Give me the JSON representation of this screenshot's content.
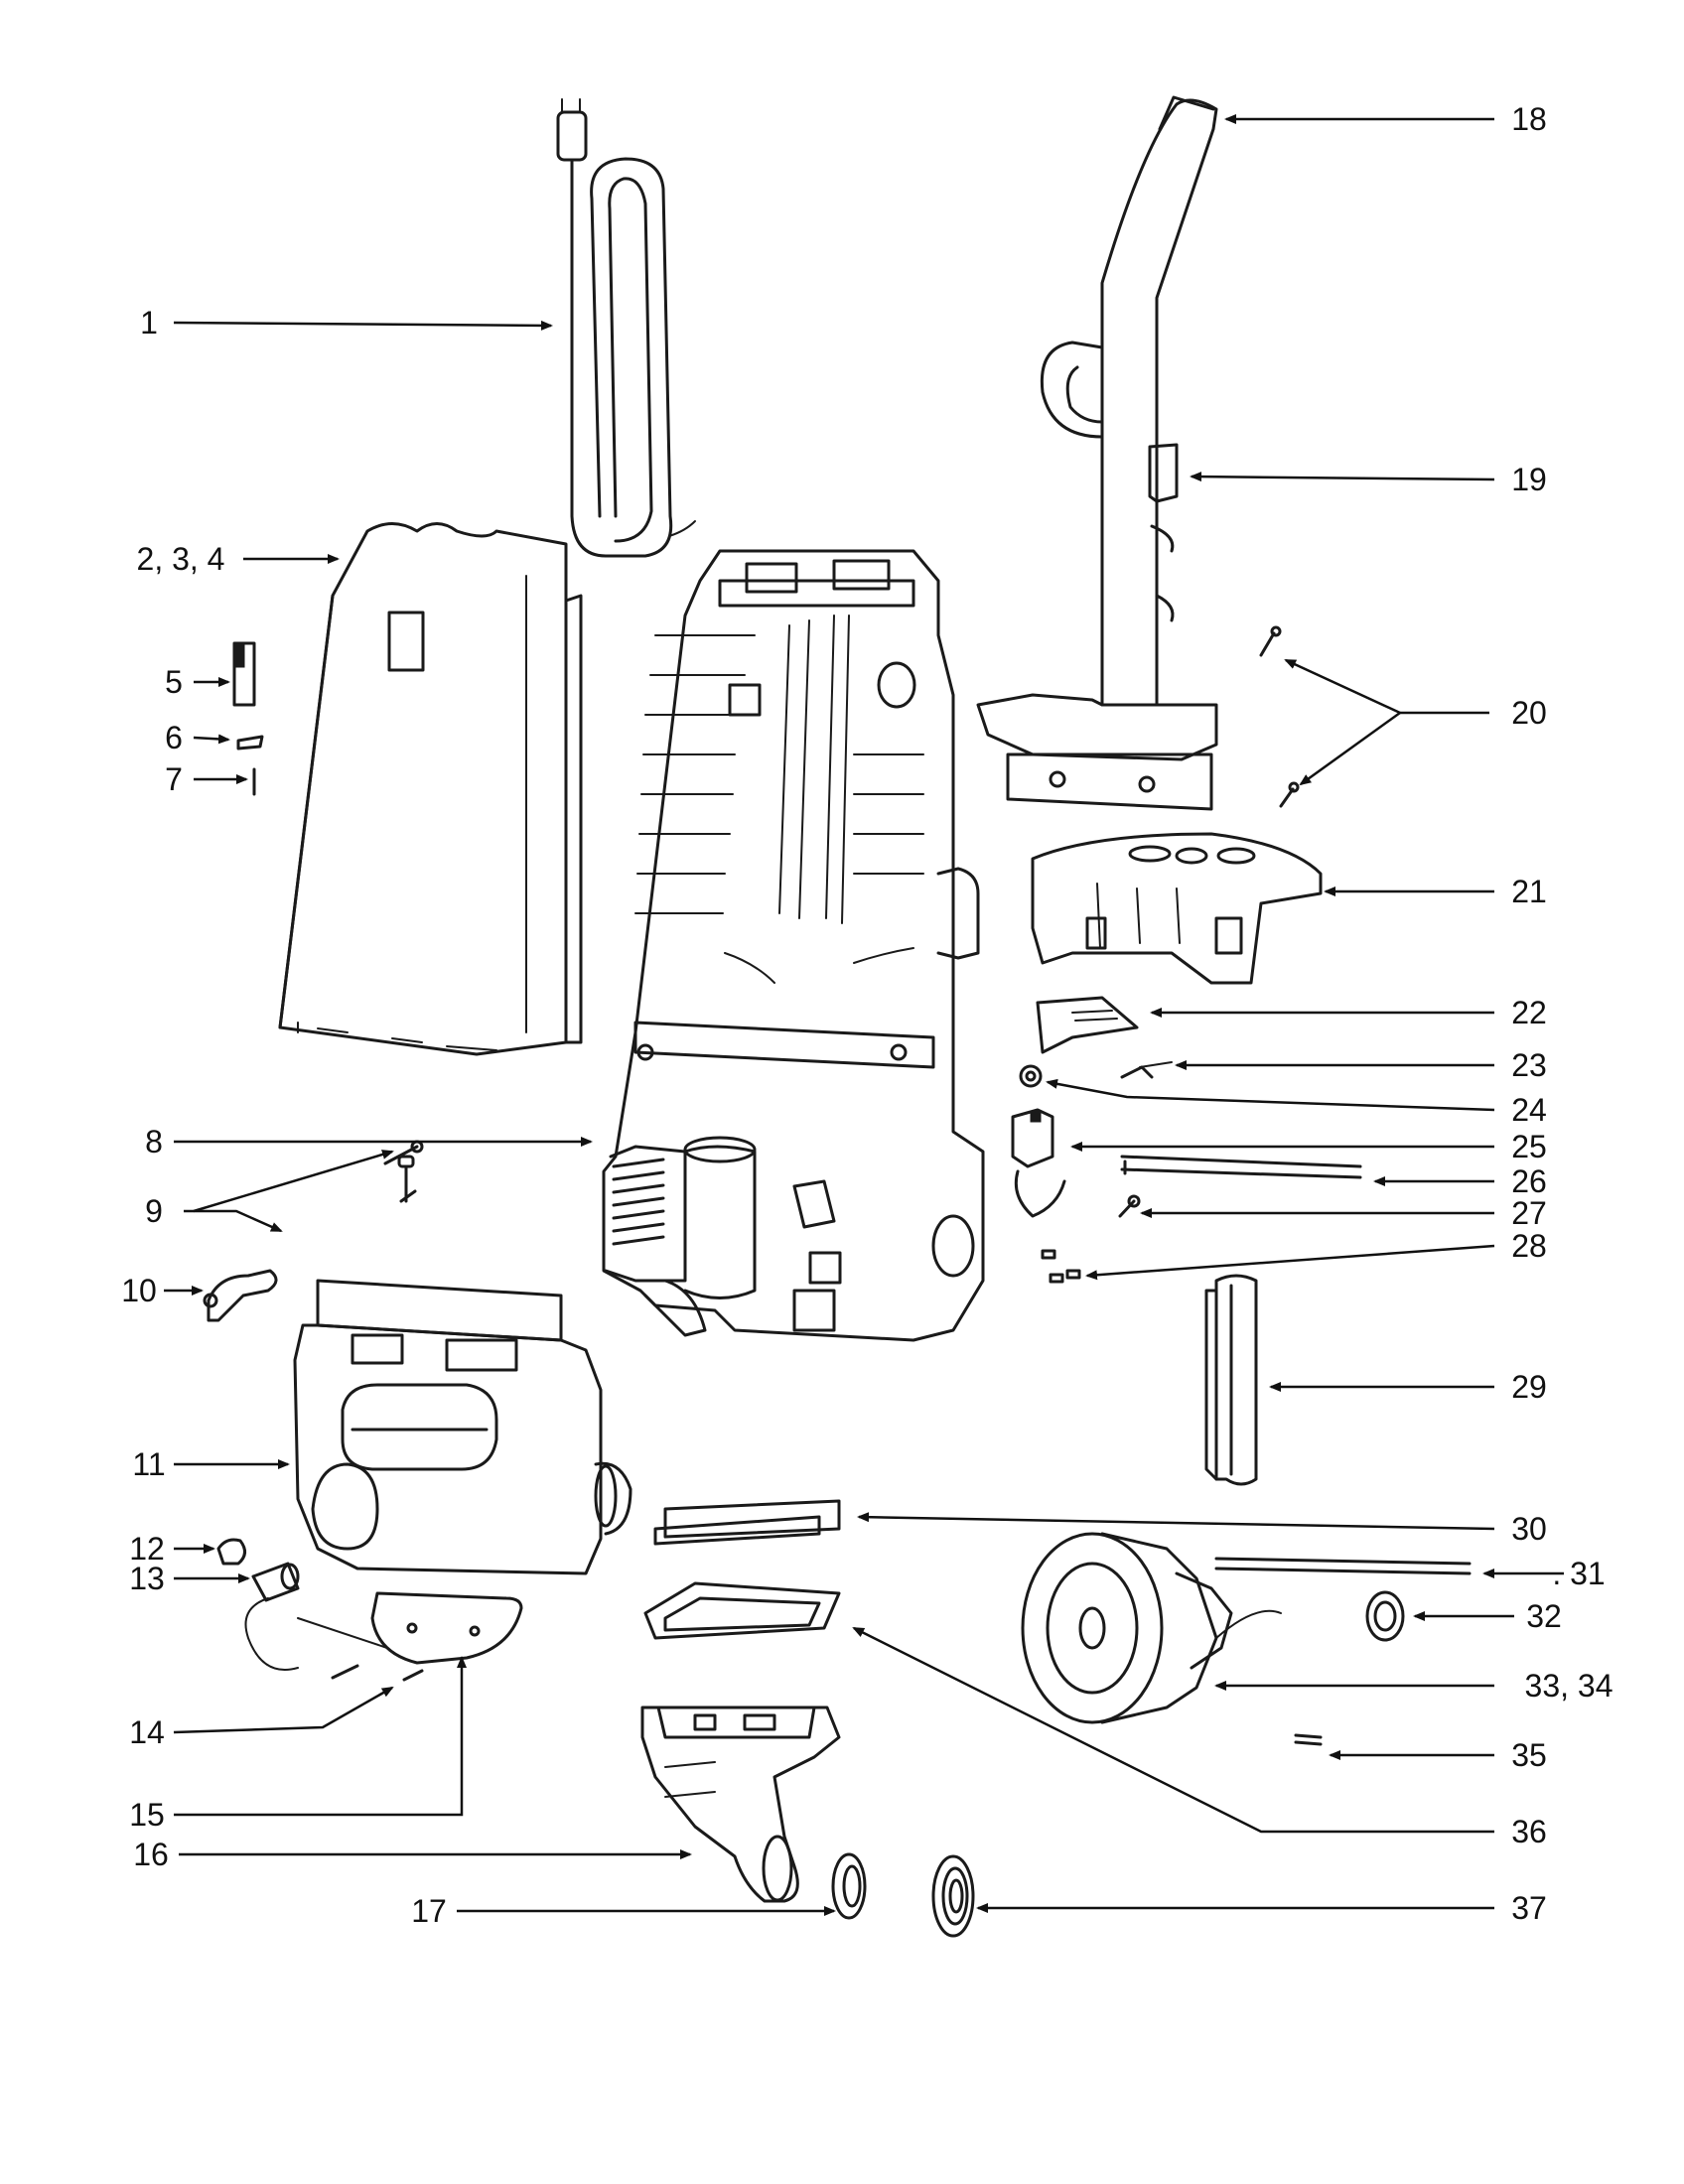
{
  "diagram": {
    "callouts": [
      {
        "id": "1",
        "text": "1"
      },
      {
        "id": "2-4",
        "text": "2, 3, 4"
      },
      {
        "id": "5",
        "text": "5"
      },
      {
        "id": "6",
        "text": "6"
      },
      {
        "id": "7",
        "text": "7"
      },
      {
        "id": "8",
        "text": "8"
      },
      {
        "id": "9",
        "text": "9"
      },
      {
        "id": "10",
        "text": "10"
      },
      {
        "id": "11",
        "text": "11"
      },
      {
        "id": "12",
        "text": "12"
      },
      {
        "id": "13",
        "text": "13"
      },
      {
        "id": "14",
        "text": "14"
      },
      {
        "id": "15",
        "text": "15"
      },
      {
        "id": "16",
        "text": "16"
      },
      {
        "id": "17",
        "text": "17"
      },
      {
        "id": "18",
        "text": "18"
      },
      {
        "id": "19",
        "text": "19"
      },
      {
        "id": "20",
        "text": "20"
      },
      {
        "id": "21",
        "text": "21"
      },
      {
        "id": "22",
        "text": "22"
      },
      {
        "id": "23",
        "text": "23"
      },
      {
        "id": "24",
        "text": "24"
      },
      {
        "id": "25",
        "text": "25"
      },
      {
        "id": "26",
        "text": "26"
      },
      {
        "id": "27",
        "text": "27"
      },
      {
        "id": "28",
        "text": "28"
      },
      {
        "id": "29",
        "text": "29"
      },
      {
        "id": "30",
        "text": "30"
      },
      {
        "id": "31",
        "text": ". 31"
      },
      {
        "id": "32",
        "text": "32"
      },
      {
        "id": "33-34",
        "text": "33, 34"
      },
      {
        "id": "35",
        "text": "35"
      },
      {
        "id": "36",
        "text": "36"
      },
      {
        "id": "37",
        "text": "37"
      }
    ]
  },
  "colors": {
    "ink": "#1a1a1a",
    "paper": "#ffffff"
  }
}
